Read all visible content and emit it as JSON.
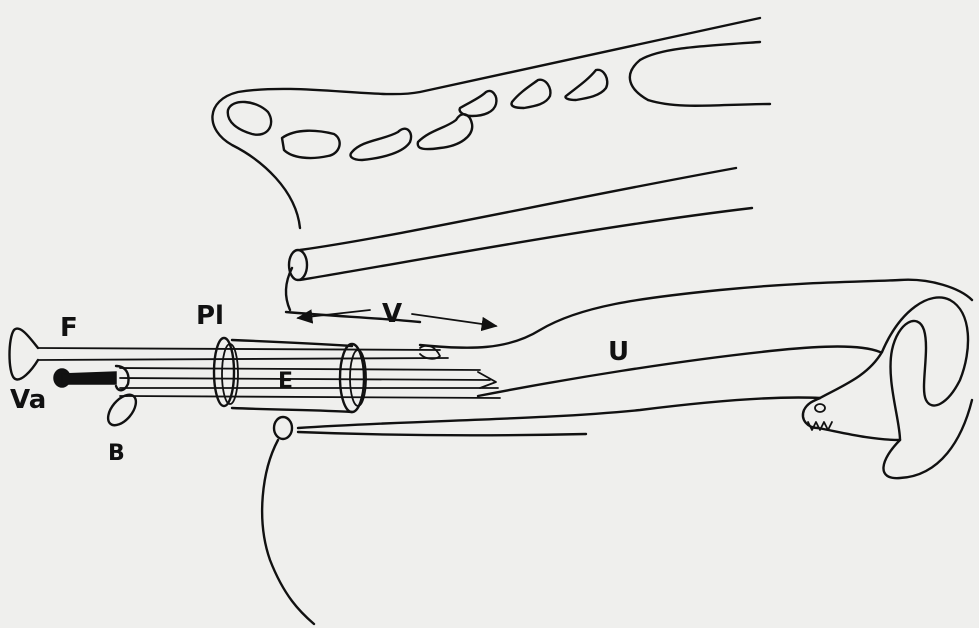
{
  "labels": {
    "F": "F",
    "Va": "Va",
    "B": "B",
    "Pl": "Pl",
    "E": "E",
    "V": "V",
    "U": "U"
  },
  "colors": {
    "background": "#efefed",
    "ink": "#111111"
  }
}
